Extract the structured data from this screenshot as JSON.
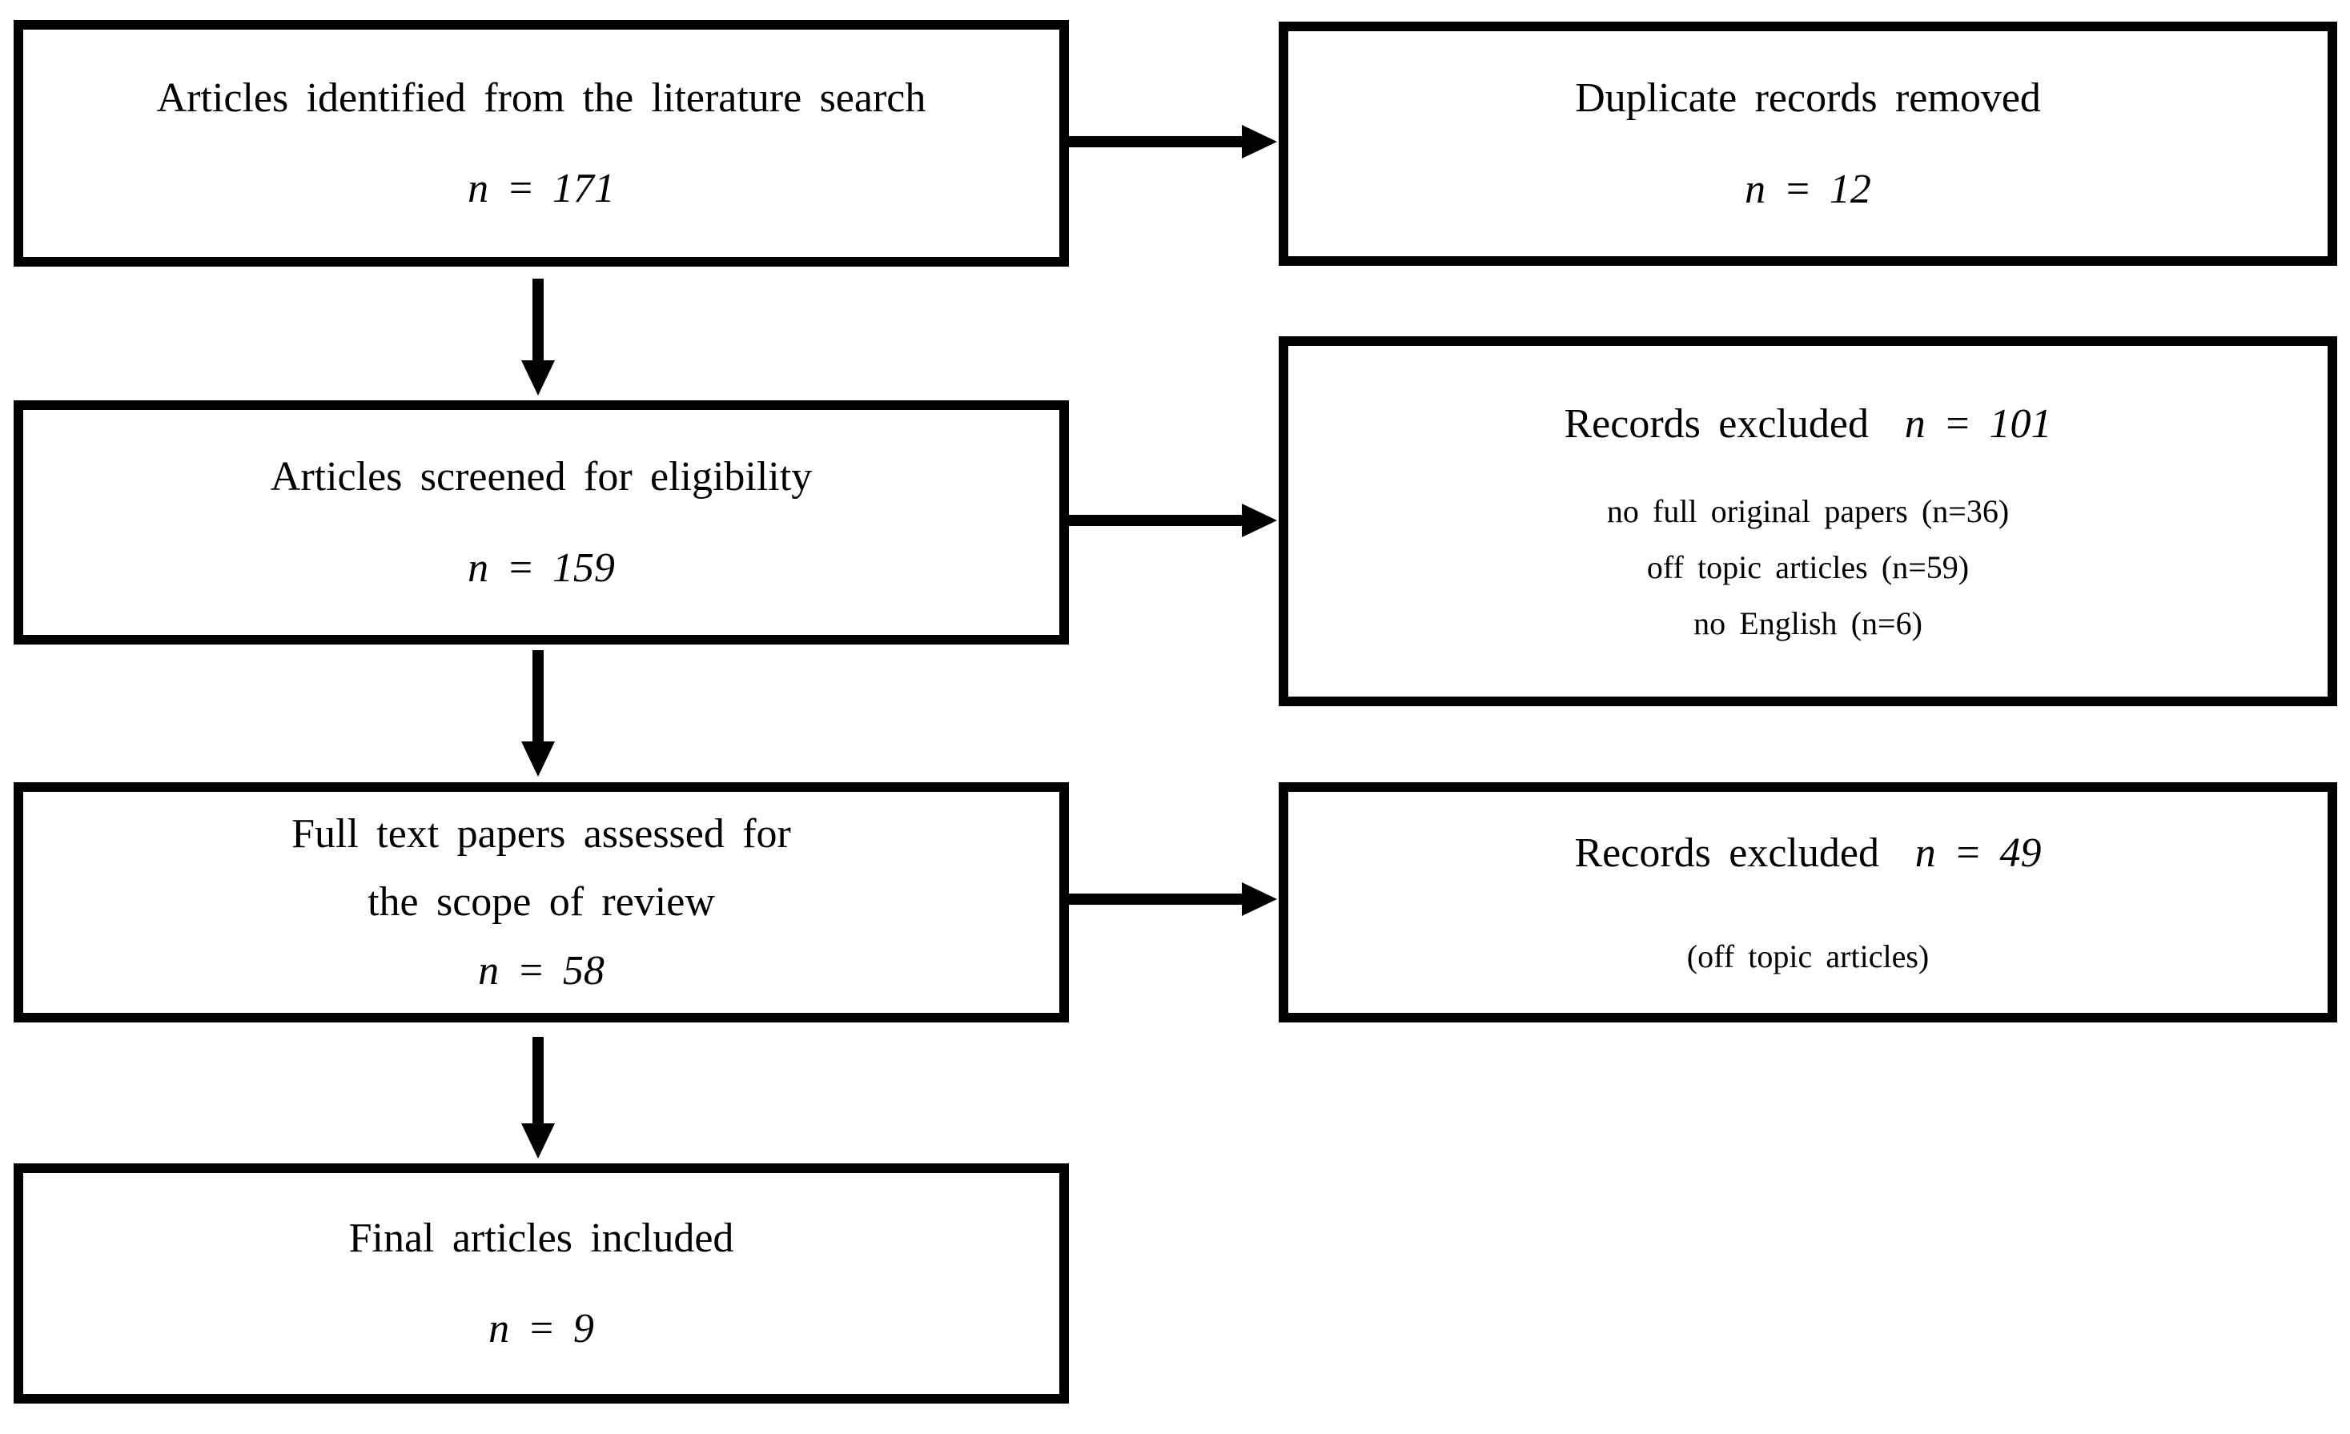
{
  "flow": {
    "colors": {
      "border": "#000000",
      "background": "#ffffff",
      "text": "#000000"
    },
    "boxes": {
      "identified": {
        "line1": "Articles identified from the literature search",
        "n_label": "n = 171"
      },
      "duplicates": {
        "line1": "Duplicate records removed",
        "n_label": "n = 12"
      },
      "screened": {
        "line1": "Articles screened for eligibility",
        "n_label": "n = 159"
      },
      "excluded_screening": {
        "title": "Records excluded",
        "n_label": "n = 101",
        "reasons": [
          "no full original papers (n=36)",
          "off topic articles (n=59)",
          "no English (n=6)"
        ]
      },
      "fulltext": {
        "line1": "Full text papers assessed for",
        "line2": "the scope of review",
        "n_label": "n = 58"
      },
      "excluded_fulltext": {
        "title": "Records excluded",
        "n_label": "n = 49",
        "reason": "(off topic articles)"
      },
      "included": {
        "line1": "Final articles included",
        "n_label": "n = 9"
      }
    }
  }
}
